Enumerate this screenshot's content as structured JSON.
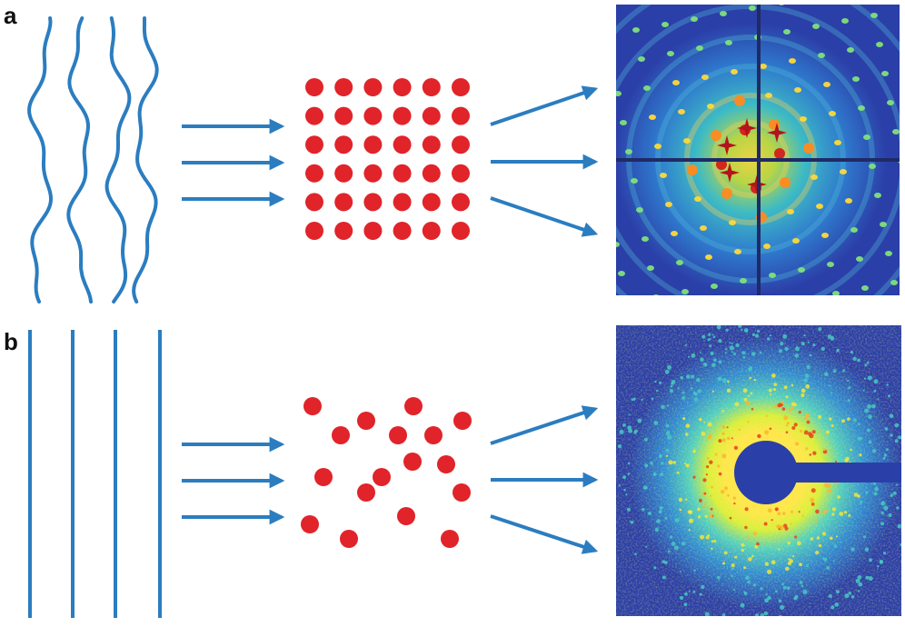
{
  "panels": [
    {
      "label": "a",
      "wave": "partially-coherent",
      "sample": "crystal-lattice",
      "pattern": "bragg-peaks"
    },
    {
      "label": "b",
      "wave": "coherent",
      "sample": "disordered-particles",
      "pattern": "speckle-ring"
    }
  ],
  "colors": {
    "wave": "#2b7dc0",
    "arrow": "#2b7dc0",
    "particle": "#e0242a",
    "detector_bg": "#2b3fa8"
  }
}
